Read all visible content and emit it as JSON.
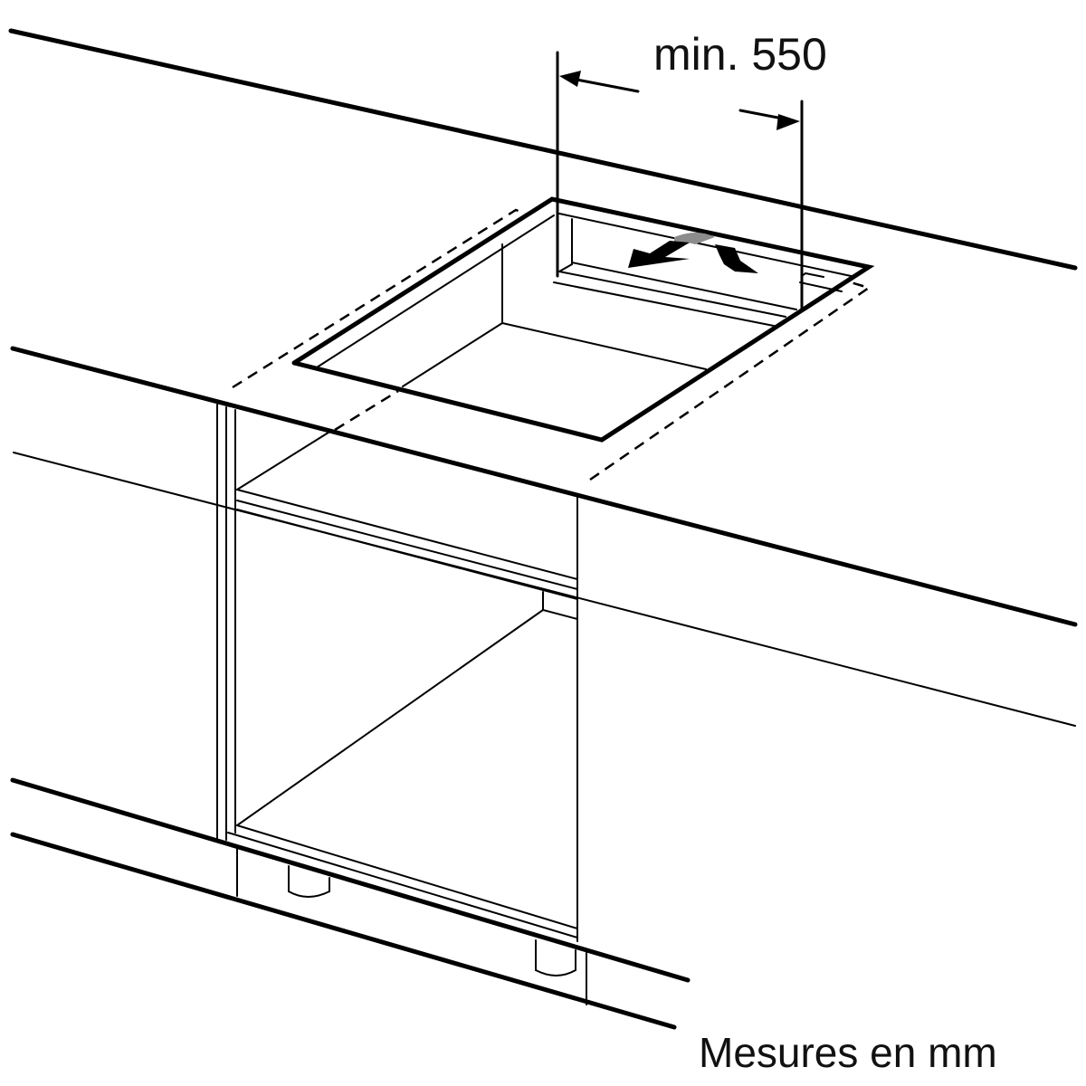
{
  "diagram": {
    "title": "Built-in hob installation diagram",
    "dimension": {
      "label": "min. 550",
      "value": 550,
      "unit": "mm",
      "qualifier": "min."
    },
    "caption": "Mesures en mm",
    "components": [
      "worktop",
      "hob-cutout",
      "dashed-hob-outline",
      "ventilation-gap-arrows",
      "base-cabinet",
      "cabinet-shelf",
      "cabinet-feet",
      "plinth"
    ],
    "colors": {
      "line": "#000000",
      "arrow_fill": "#000000",
      "arrow_shadow": "#8c8c8c",
      "background": "#ffffff"
    }
  }
}
